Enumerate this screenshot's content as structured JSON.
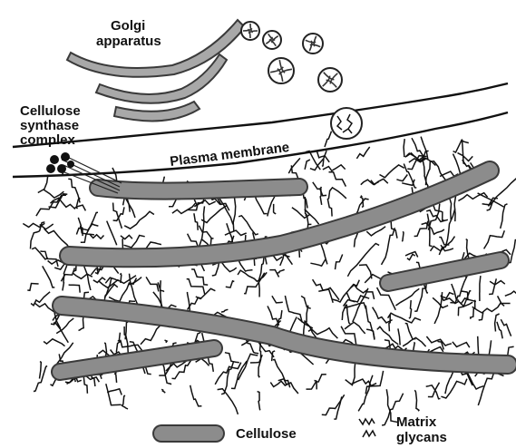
{
  "diagram": {
    "labels": {
      "golgi_line1": "Golgi",
      "golgi_line2": "apparatus",
      "csc_line1": "Cellulose",
      "csc_line2": "synthase",
      "csc_line3": "complex",
      "plasma_membrane": "Plasma membrane"
    },
    "legend": {
      "cellulose": "Cellulose",
      "glycans_line1": "Matrix",
      "glycans_line2": "glycans"
    }
  }
}
